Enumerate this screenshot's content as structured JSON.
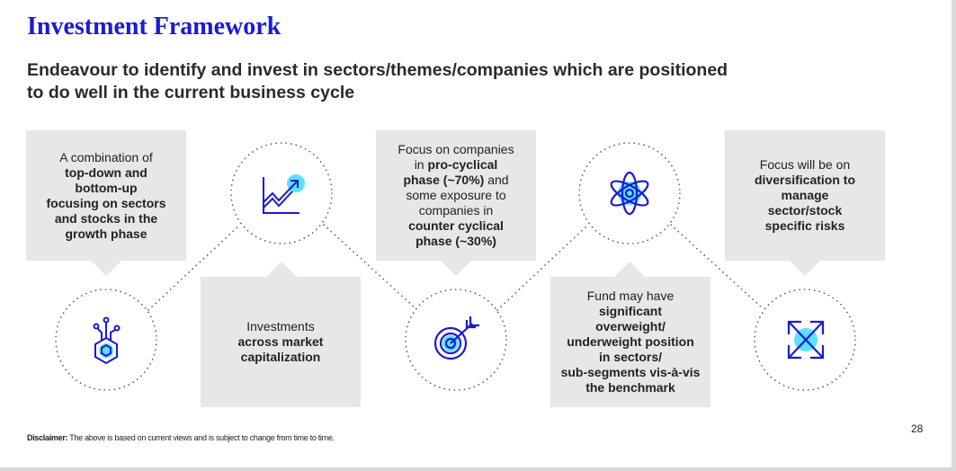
{
  "header": {
    "title": "Investment Framework",
    "subtitle_line1": "Endeavour to identify and invest in sectors/themes/companies which are positioned",
    "subtitle_line2": "to do well in the current business cycle"
  },
  "colors": {
    "accent": "#1a1ad6",
    "icon_fill": "#5ce1ff",
    "box": "#e6e7e8"
  },
  "boxes": [
    {
      "lines": [
        {
          "t": "A combination of",
          "b": false
        },
        {
          "t": "top-down and",
          "b": true
        },
        {
          "t": "bottom-up",
          "b": true
        },
        {
          "t": "focusing on sectors",
          "b": true
        },
        {
          "t": "and stocks in the",
          "b": true
        },
        {
          "t": "growth phase",
          "b": true
        }
      ]
    },
    {
      "lines": [
        {
          "t": "Investments",
          "b": false
        },
        {
          "t": "across market",
          "b": true
        },
        {
          "t": "capitalization",
          "b": true
        }
      ]
    },
    {
      "lines": [
        {
          "t": "Focus on companies",
          "b": false
        },
        {
          "t": "in ",
          "b": false,
          "t2": "pro-cyclical"
        },
        {
          "t": "phase (~70%)",
          "b": true,
          "t2": " and"
        },
        {
          "t": "some exposure to",
          "b": false
        },
        {
          "t": "companies in",
          "b": false
        },
        {
          "t": "counter cyclical",
          "b": true
        },
        {
          "t": "phase (~30%)",
          "b": true
        }
      ]
    },
    {
      "lines": [
        {
          "t": "Fund may have",
          "b": false
        },
        {
          "t": "significant",
          "b": true
        },
        {
          "t": "overweight/",
          "b": true
        },
        {
          "t": "underweight position",
          "b": true
        },
        {
          "t": "in sectors/",
          "b": true
        },
        {
          "t": "sub-segments vis-à-vis",
          "b": true
        },
        {
          "t": "the benchmark",
          "b": true
        }
      ]
    },
    {
      "lines": [
        {
          "t": "Focus will be on",
          "b": false
        },
        {
          "t": "diversification to",
          "b": true
        },
        {
          "t": "manage",
          "b": true
        },
        {
          "t": "sector/stock",
          "b": true
        },
        {
          "t": "specific risks",
          "b": true
        }
      ]
    }
  ],
  "icons": [
    "circuit-hexagon-icon",
    "growth-chart-icon",
    "target-arrow-icon",
    "atom-icon",
    "expand-arrows-icon"
  ],
  "footer": {
    "disclaimer_label": "Disclaimer:",
    "disclaimer_text": " The above is based on current views and is subject to change from time to time.",
    "page_number": "28"
  }
}
